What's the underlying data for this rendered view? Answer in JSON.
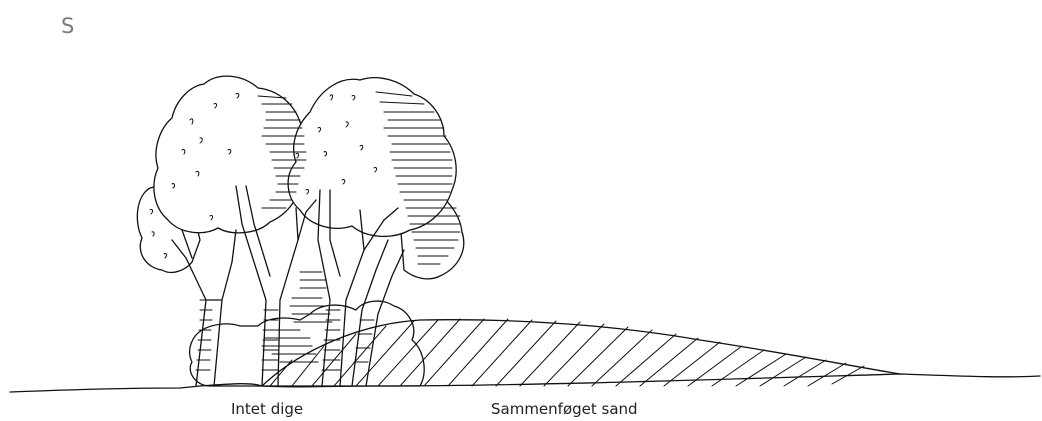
{
  "page": {
    "section_letter": "S"
  },
  "diagram": {
    "labels": {
      "no_dike": "Intet dige",
      "joined_sand": "Sammenføget sand"
    },
    "colors": {
      "ink": "#111111",
      "section_letter": "#7a7a7a",
      "background": "#ffffff"
    },
    "icons": {
      "trees": "tree-group-icon",
      "ground": "ground-line",
      "sand": "hatched-sand-mound"
    }
  }
}
